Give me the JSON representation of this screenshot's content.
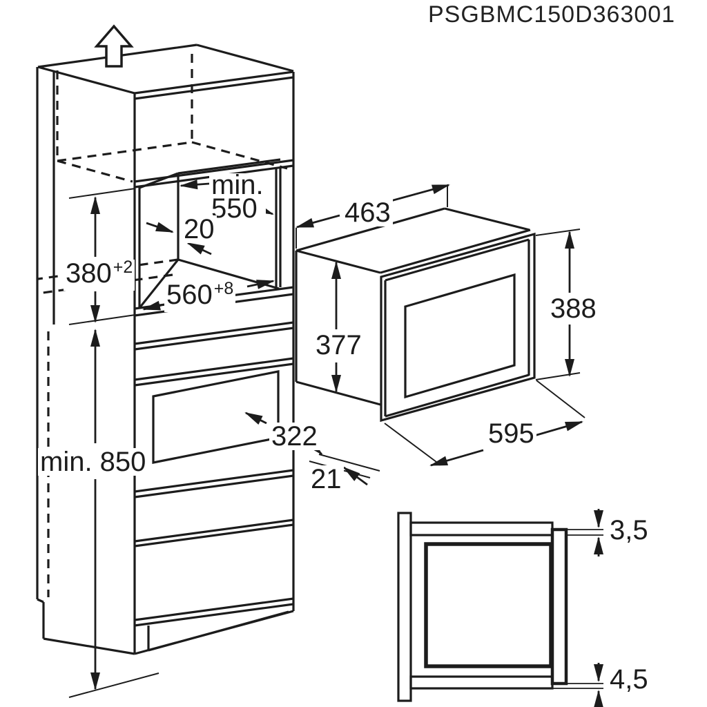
{
  "title": "PSGBMC150D363001",
  "colors": {
    "line": "#1c1c1c",
    "background": "#ffffff"
  },
  "cabinet": {
    "niche_depth_prefix": "min.",
    "niche_depth_value": "550",
    "rear_clearance": "20",
    "niche_height_value": "380",
    "niche_height_tolerance": "+2",
    "niche_width_value": "560",
    "niche_width_tolerance": "+8",
    "min_floor_height": "min. 850"
  },
  "microwave": {
    "body_width": "463",
    "body_height": "377",
    "door_height": "388",
    "door_width": "595",
    "body_depth": "322",
    "door_protrusion": "21"
  },
  "plan_detail": {
    "top_gap": "3,5",
    "bottom_gap": "4,5"
  },
  "icons": {
    "up_arrow": "removal-direction-up"
  }
}
